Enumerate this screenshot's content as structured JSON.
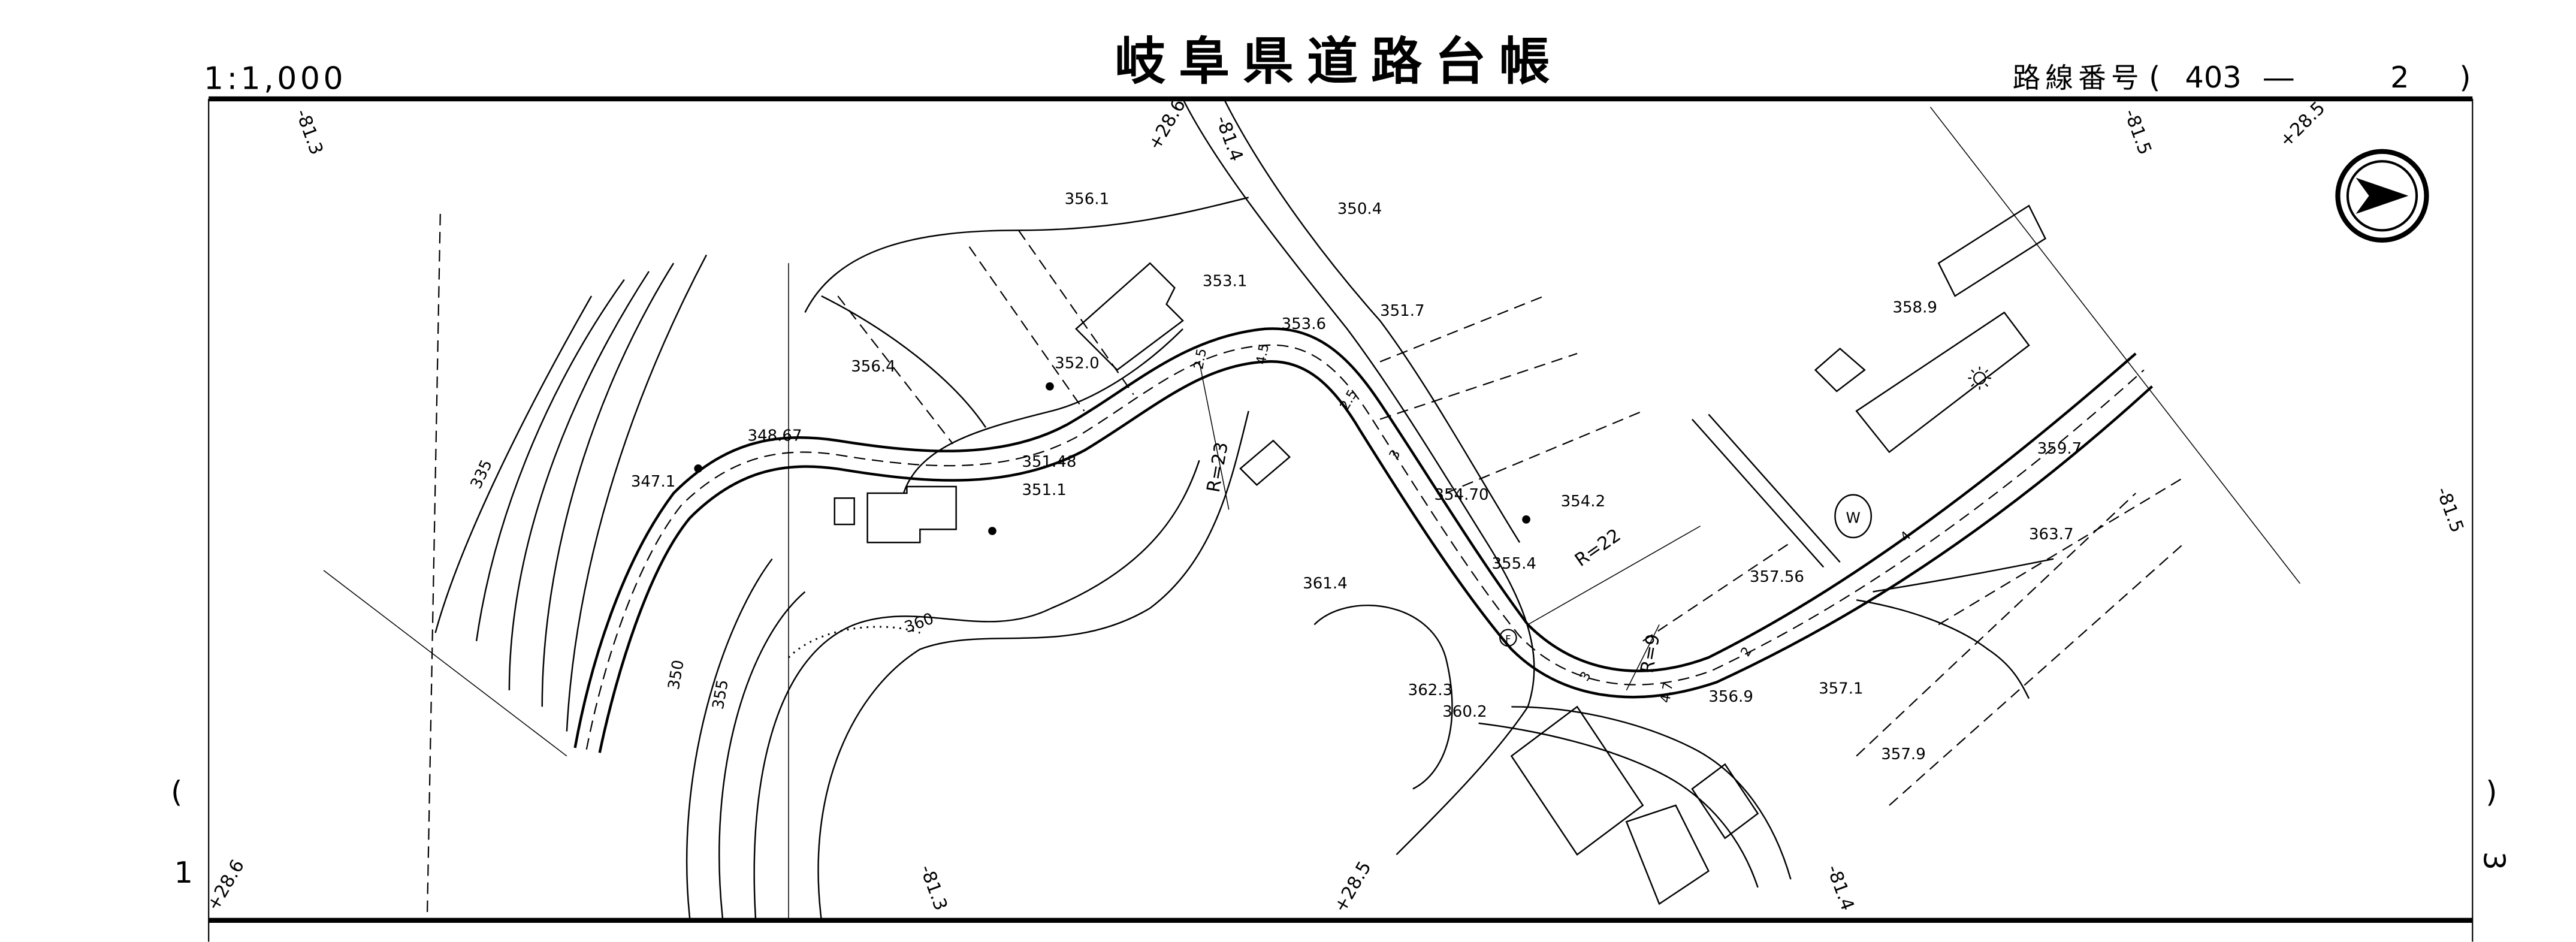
{
  "header": {
    "title": "岐阜県道路台帳",
    "scale": "1:1,000",
    "route_label": "路線番号",
    "route_open": "(",
    "route_number": "403",
    "route_dash": "―",
    "route_section": "2",
    "route_close": ")"
  },
  "grid_labels": {
    "top_left": "-81.3",
    "top_plus_1": "+28.6",
    "top_minus_2": "-81.4",
    "top_minus_3": "-81.5",
    "top_plus_2": "+28.5",
    "right": "-81.5",
    "bottom_plus_1": "+28.6",
    "bottom_minus_1": "-81.3",
    "bottom_plus_2": "+28.5",
    "bottom_minus_2": "-81.4"
  },
  "margin_marks": {
    "left_paren": "(",
    "left_number": "1",
    "right_paren": ")",
    "right_number": "3"
  },
  "spot_heights": [
    "356.1",
    "350.4",
    "353.1",
    "351.7",
    "358.9",
    "353.6",
    "352.0",
    "356.4",
    "348.67",
    "347.1",
    "351.48",
    "351.1",
    "354.70",
    "354.2",
    "355.4",
    "357.56",
    "359.7",
    "363.7",
    "361.4",
    "362.3",
    "360.2",
    "356.9",
    "357.1",
    "357.9"
  ],
  "contours": [
    "335",
    "360",
    "350",
    "355"
  ],
  "curve_radii": [
    "R=23",
    "R=22",
    "R=9"
  ],
  "road_widths": [
    "2.5",
    "4.5",
    "2.5",
    "3",
    "4",
    "3",
    "2",
    "4.7"
  ],
  "symbols": {
    "well": "W",
    "fire_hydrant": "F"
  },
  "icons": {
    "north_arrow": "north-arrow-icon",
    "sun_symbol": "sun-icon"
  }
}
